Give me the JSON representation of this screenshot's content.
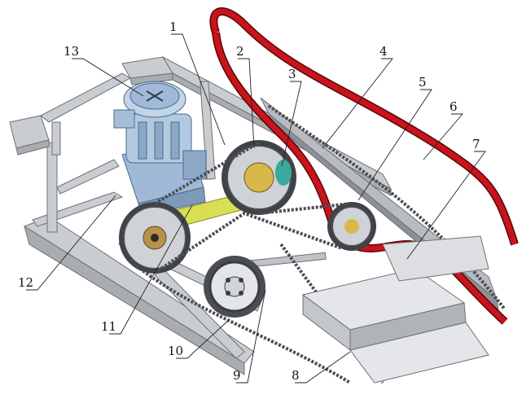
{
  "callouts": [
    {
      "id": "1",
      "label": "1"
    },
    {
      "id": "2",
      "label": "2"
    },
    {
      "id": "3",
      "label": "3"
    },
    {
      "id": "4",
      "label": "4"
    },
    {
      "id": "5",
      "label": "5"
    },
    {
      "id": "6",
      "label": "6"
    },
    {
      "id": "7",
      "label": "7"
    },
    {
      "id": "8",
      "label": "8"
    },
    {
      "id": "9",
      "label": "9"
    },
    {
      "id": "10",
      "label": "10"
    },
    {
      "id": "11",
      "label": "11"
    },
    {
      "id": "12",
      "label": "12"
    },
    {
      "id": "13",
      "label": "13"
    }
  ],
  "colors": {
    "frame": "#c9ccd0",
    "frame_edge": "#6d7075",
    "motor": "#9fb9d6",
    "shaft": "#d8df55",
    "belt": "#c8141b",
    "belt_edge": "#5a0508",
    "chain": "#4a4d52",
    "hub": "#d8b84a"
  }
}
